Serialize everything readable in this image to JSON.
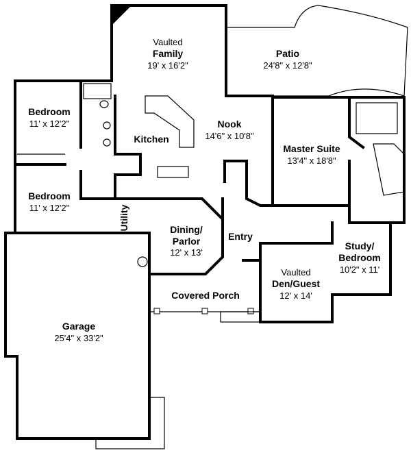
{
  "rooms": {
    "family": {
      "prefix": "Vaulted",
      "name": "Family",
      "dims": "19' x 16'2\""
    },
    "patio": {
      "name": "Patio",
      "dims": "24'8\" x 12'8\""
    },
    "bedroom1": {
      "name": "Bedroom",
      "dims": "11' x 12'2\""
    },
    "kitchen": {
      "name": "Kitchen"
    },
    "nook": {
      "name": "Nook",
      "dims": "14'6\" x 10'8\""
    },
    "master": {
      "name": "Master Suite",
      "dims": "13'4\" x 18'8\""
    },
    "bedroom2": {
      "name": "Bedroom",
      "dims": "11' x 12'2\""
    },
    "utility": {
      "name": "Utility"
    },
    "dining": {
      "name1": "Dining/",
      "name2": "Parlor",
      "dims": "12' x 13'"
    },
    "entry": {
      "name": "Entry"
    },
    "study": {
      "name1": "Study/",
      "name2": "Bedroom",
      "dims": "10'2\" x 11'"
    },
    "den": {
      "prefix": "Vaulted",
      "name": "Den/Guest",
      "dims": "12' x 14'"
    },
    "porch": {
      "name": "Covered Porch"
    },
    "garage": {
      "name": "Garage",
      "dims": "25'4\" x 33'2\""
    }
  }
}
